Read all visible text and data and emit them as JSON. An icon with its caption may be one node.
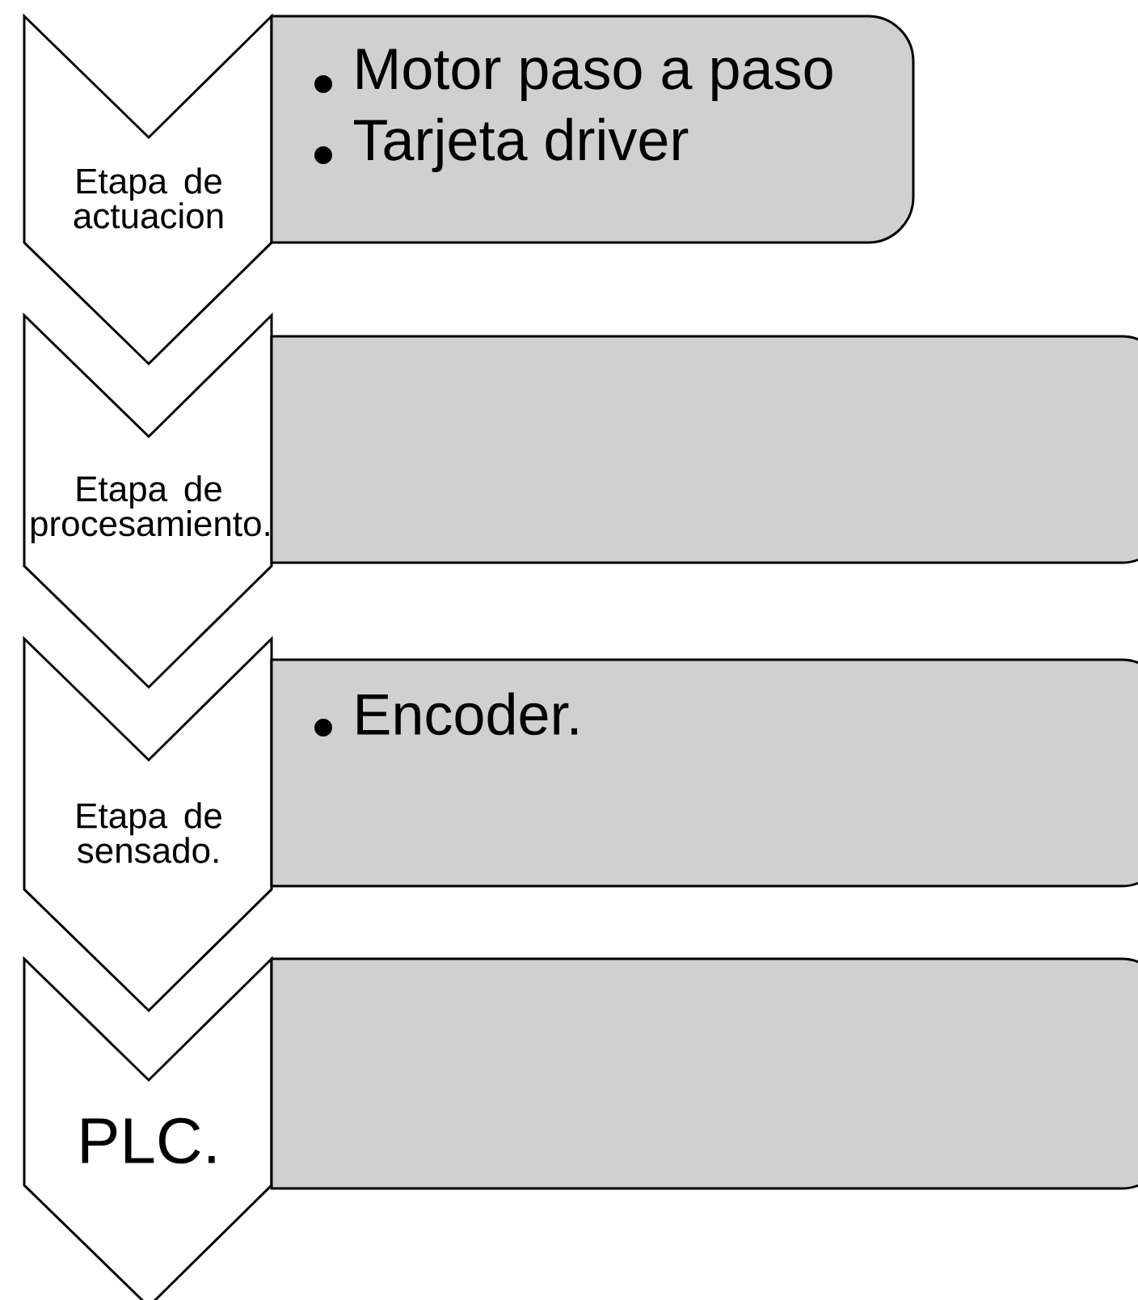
{
  "diagram": {
    "nodes": [
      {
        "text": [
          "Etapa de actuacion"
        ]
      },
      {
        "text": [
          "Motor paso a paso",
          "Tarjeta driver"
        ]
      },
      {
        "text": [
          "Etapa de procesamiento."
        ]
      },
      {
        "text": [],
        "shape": "box"
      },
      {
        "text": [
          "Etapa de sensado."
        ]
      },
      {
        "text": [
          "Encoder."
        ]
      },
      {
        "text": [
          "PLC."
        ]
      },
      {
        "text": [],
        "shape": "box"
      }
    ]
  }
}
